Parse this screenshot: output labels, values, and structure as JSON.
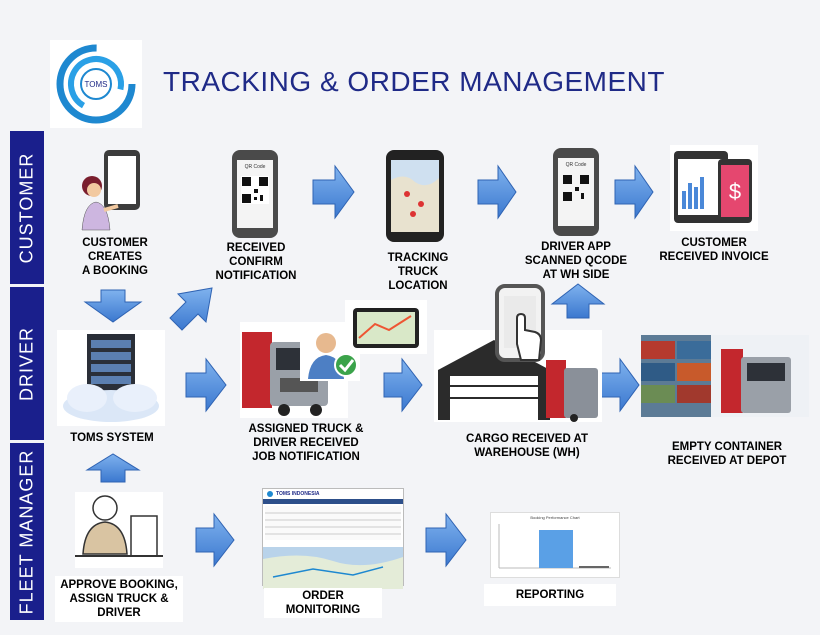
{
  "title": "TRACKING & ORDER MANAGEMENT",
  "logo_text": "TOMS",
  "lanes": {
    "customer": "CUSTOMER",
    "driver": "DRIVER",
    "fleet": "FLEET MANAGER"
  },
  "steps": {
    "create_booking": "CUSTOMER\nCREATES\nA BOOKING",
    "confirm": "RECEIVED\nCONFIRM\nNOTIFICATION",
    "tracking": "TRACKING\nTRUCK\nLOCATION",
    "driver_app": "DRIVER APP\nSCANNED QCODE\nAT WH SIDE",
    "invoice": "CUSTOMER\nRECEIVED INVOICE",
    "toms_system": "TOMS SYSTEM",
    "assigned": "ASSIGNED TRUCK &\nDRIVER RECEIVED\nJOB NOTIFICATION",
    "cargo": "CARGO RECEIVED AT\nWAREHOUSE (WH)",
    "empty_container": "EMPTY CONTAINER\nRECEIVED AT DEPOT",
    "approve": "APPROVE BOOKING,\nASSIGN TRUCK &\nDRIVER",
    "order_monitoring": "ORDER\nMONITORING",
    "reporting": "REPORTING"
  },
  "screen_texts": {
    "qr_title": "QR Code",
    "dashboard_brand": "TOMS INDONESIA",
    "report_title": "Booking Performance Chart"
  },
  "colors": {
    "lane": "#1a1f8c",
    "title": "#1f2a87",
    "arrow": "#4a88d8"
  }
}
